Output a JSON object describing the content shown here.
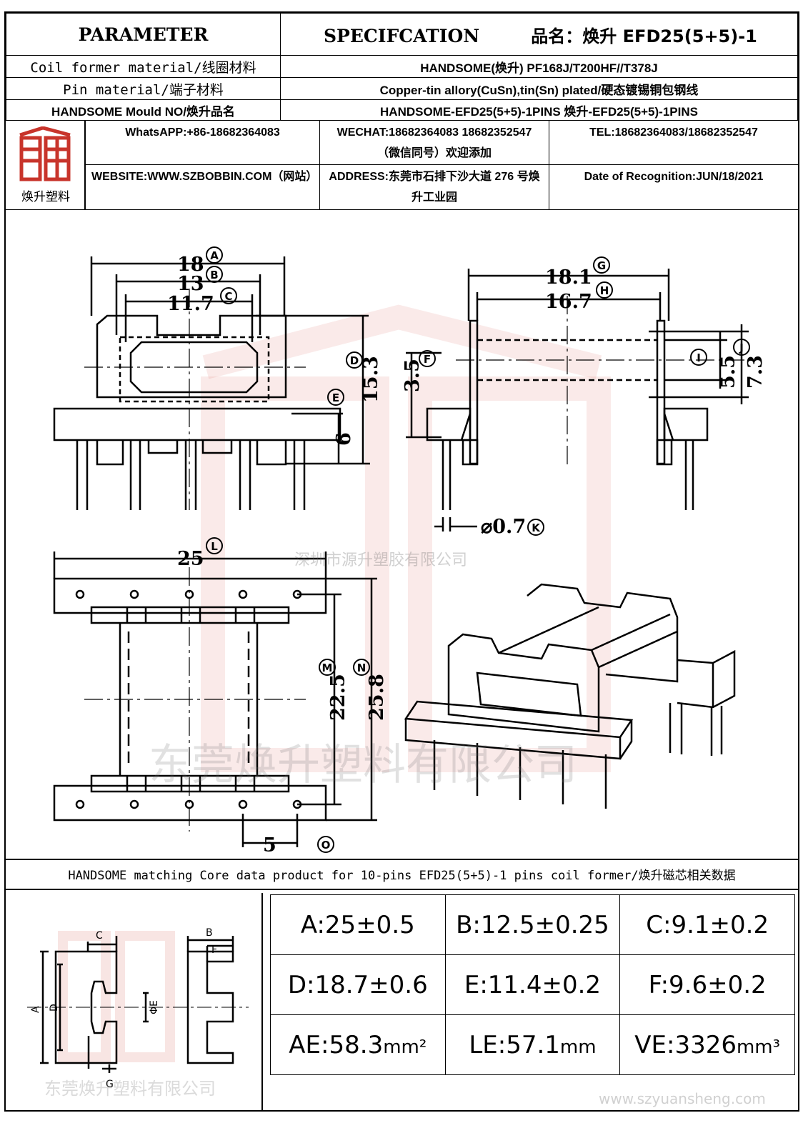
{
  "header": {
    "parameter": "PARAMETER",
    "specification": "SPECIFCATION",
    "product_name_label": "品名：",
    "product_name": "焕升 EFD25(5+5)-1",
    "rows": [
      {
        "label": "Coil former material/线圈材料",
        "value": "HANDSOME(焕升)  PF168J/T200HF//T378J"
      },
      {
        "label": "Pin material/端子材料",
        "value": "Copper-tin allory(CuSn),tin(Sn) plated/硬态镀锡铜包钢线"
      },
      {
        "label": "HANDSOME Mould NO/焕升品名",
        "value": "HANDSOME-EFD25(5+5)-1PINS   焕升-EFD25(5+5)-1PINS"
      }
    ]
  },
  "contact": {
    "logo_text": "焕升塑料",
    "whatsapp": "WhatsAPP:+86-18682364083",
    "wechat": "WECHAT:18682364083 18682352547（微信同号）欢迎添加",
    "tel": "TEL:18682364083/18682352547",
    "website": "WEBSITE:WWW.SZBOBBIN.COM（网站）",
    "address": "ADDRESS:东莞市石排下沙大道 276 号焕升工业园",
    "date": "Date of Recognition:JUN/18/2021"
  },
  "drawing": {
    "dims": {
      "A": "18",
      "B": "13",
      "C": "11.7",
      "D": "15.3",
      "E": "6",
      "F": "3.5",
      "G": "18.1",
      "H": "16.7",
      "I": "5.5",
      "J": "7.3",
      "K": "⌀0.7",
      "L": "25",
      "M": "22.5",
      "N": "25.8",
      "O": "5"
    },
    "letters": [
      "A",
      "B",
      "C",
      "D",
      "E",
      "F",
      "G",
      "H",
      "I",
      "J",
      "K",
      "L",
      "M",
      "N",
      "O"
    ]
  },
  "watermarks": {
    "company_small": "深圳市源升塑胶有限公司",
    "company_large": "东莞焕升塑料有限公司",
    "company_core": "东莞焕升塑料有限公司",
    "url": "www.szyuansheng.com"
  },
  "core": {
    "band": "HANDSOME matching Core data  product for 10-pins EFD25(5+5)-1 pins coil former/焕升磁芯相关数据",
    "fig_labels": {
      "A": "A",
      "B": "B",
      "C": "C",
      "D": "D",
      "E": "ΦE",
      "F": "F",
      "G": "G"
    },
    "cells": [
      [
        "A:25±0.5",
        "B:12.5±0.25",
        "C:9.1±0.2"
      ],
      [
        "D:18.7±0.6",
        "E:11.4±0.2",
        "F:9.6±0.2"
      ]
    ],
    "ae": "AE:58.3",
    "ae_unit": "mm²",
    "le": "LE:57.1",
    "le_unit": "mm",
    "ve": "VE:3326",
    "ve_unit": "mm³"
  }
}
